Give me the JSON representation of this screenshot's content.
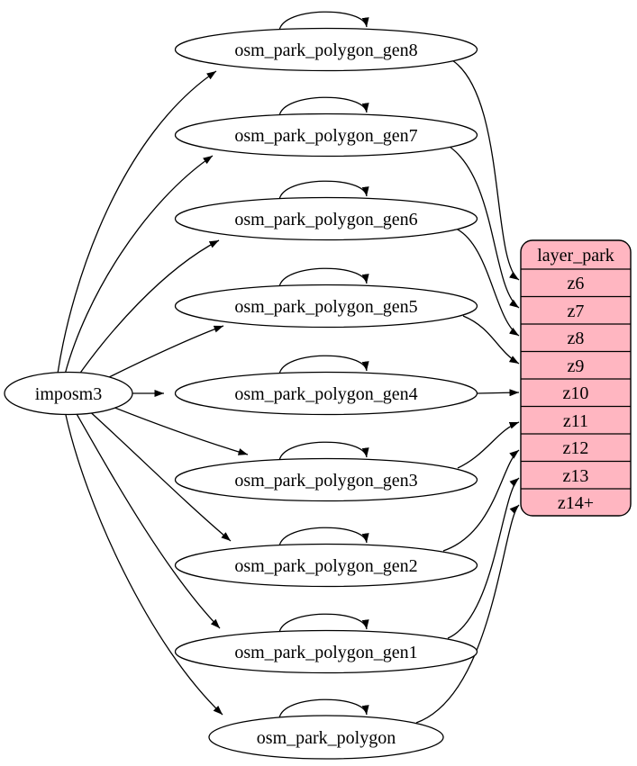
{
  "diagram": {
    "kind": "etl-flow-graph",
    "background": "#FFFFFF",
    "colors": {
      "table_node_fill": "#FFFFFF",
      "record_node_fill": "#FFB6C1",
      "stroke": "#000000",
      "text": "#000000"
    },
    "source_node": {
      "label": "imposm3"
    },
    "table_nodes": [
      {
        "id": "osm_park_polygon_gen8",
        "label": "osm_park_polygon_gen8"
      },
      {
        "id": "osm_park_polygon_gen7",
        "label": "osm_park_polygon_gen7"
      },
      {
        "id": "osm_park_polygon_gen6",
        "label": "osm_park_polygon_gen6"
      },
      {
        "id": "osm_park_polygon_gen5",
        "label": "osm_park_polygon_gen5"
      },
      {
        "id": "osm_park_polygon_gen4",
        "label": "osm_park_polygon_gen4"
      },
      {
        "id": "osm_park_polygon_gen3",
        "label": "osm_park_polygon_gen3"
      },
      {
        "id": "osm_park_polygon_gen2",
        "label": "osm_park_polygon_gen2"
      },
      {
        "id": "osm_park_polygon_gen1",
        "label": "osm_park_polygon_gen1"
      },
      {
        "id": "osm_park_polygon",
        "label": "osm_park_polygon"
      }
    ],
    "record_node": {
      "header": "layer_park",
      "rows": [
        "z6",
        "z7",
        "z8",
        "z9",
        "z10",
        "z11",
        "z12",
        "z13",
        "z14+"
      ]
    },
    "edges": [
      {
        "from": "imposm3",
        "to": "osm_park_polygon_gen8"
      },
      {
        "from": "imposm3",
        "to": "osm_park_polygon_gen7"
      },
      {
        "from": "imposm3",
        "to": "osm_park_polygon_gen6"
      },
      {
        "from": "imposm3",
        "to": "osm_park_polygon_gen5"
      },
      {
        "from": "imposm3",
        "to": "osm_park_polygon_gen4"
      },
      {
        "from": "imposm3",
        "to": "osm_park_polygon_gen3"
      },
      {
        "from": "imposm3",
        "to": "osm_park_polygon_gen2"
      },
      {
        "from": "imposm3",
        "to": "osm_park_polygon_gen1"
      },
      {
        "from": "imposm3",
        "to": "osm_park_polygon"
      },
      {
        "from": "osm_park_polygon_gen8",
        "to": "osm_park_polygon_gen8",
        "type": "self-loop"
      },
      {
        "from": "osm_park_polygon_gen7",
        "to": "osm_park_polygon_gen7",
        "type": "self-loop"
      },
      {
        "from": "osm_park_polygon_gen6",
        "to": "osm_park_polygon_gen6",
        "type": "self-loop"
      },
      {
        "from": "osm_park_polygon_gen5",
        "to": "osm_park_polygon_gen5",
        "type": "self-loop"
      },
      {
        "from": "osm_park_polygon_gen4",
        "to": "osm_park_polygon_gen4",
        "type": "self-loop"
      },
      {
        "from": "osm_park_polygon_gen3",
        "to": "osm_park_polygon_gen3",
        "type": "self-loop"
      },
      {
        "from": "osm_park_polygon_gen2",
        "to": "osm_park_polygon_gen2",
        "type": "self-loop"
      },
      {
        "from": "osm_park_polygon_gen1",
        "to": "osm_park_polygon_gen1",
        "type": "self-loop"
      },
      {
        "from": "osm_park_polygon",
        "to": "osm_park_polygon",
        "type": "self-loop"
      },
      {
        "from": "osm_park_polygon_gen8",
        "to": "layer_park:z6"
      },
      {
        "from": "osm_park_polygon_gen7",
        "to": "layer_park:z7"
      },
      {
        "from": "osm_park_polygon_gen6",
        "to": "layer_park:z8"
      },
      {
        "from": "osm_park_polygon_gen5",
        "to": "layer_park:z9"
      },
      {
        "from": "osm_park_polygon_gen4",
        "to": "layer_park:z10"
      },
      {
        "from": "osm_park_polygon_gen3",
        "to": "layer_park:z11"
      },
      {
        "from": "osm_park_polygon_gen2",
        "to": "layer_park:z12"
      },
      {
        "from": "osm_park_polygon_gen1",
        "to": "layer_park:z13"
      },
      {
        "from": "osm_park_polygon",
        "to": "layer_park:z14+"
      }
    ]
  }
}
